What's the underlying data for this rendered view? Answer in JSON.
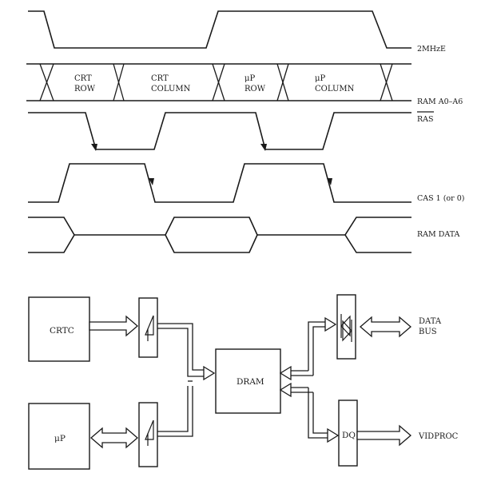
{
  "timing": {
    "signals": {
      "clock": "2MHzE",
      "address": "RAM A0–A6",
      "ras": "RAS",
      "cas": "CAS 1 (or 0)",
      "data": "RAM DATA"
    },
    "address_phases": {
      "crt_row_1": "CRT",
      "crt_row_2": "ROW",
      "crt_col_1": "CRT",
      "crt_col_2": "COLUMN",
      "up_row_1": "μP",
      "up_row_2": "ROW",
      "up_col_1": "μP",
      "up_col_2": "COLUMN"
    }
  },
  "block_diagram": {
    "crtc": "CRTC",
    "up": "μP",
    "dram": "DRAM",
    "dq": "DQ",
    "data_bus_1": "DATA",
    "data_bus_2": "BUS",
    "vidproc": "VIDPROC"
  }
}
